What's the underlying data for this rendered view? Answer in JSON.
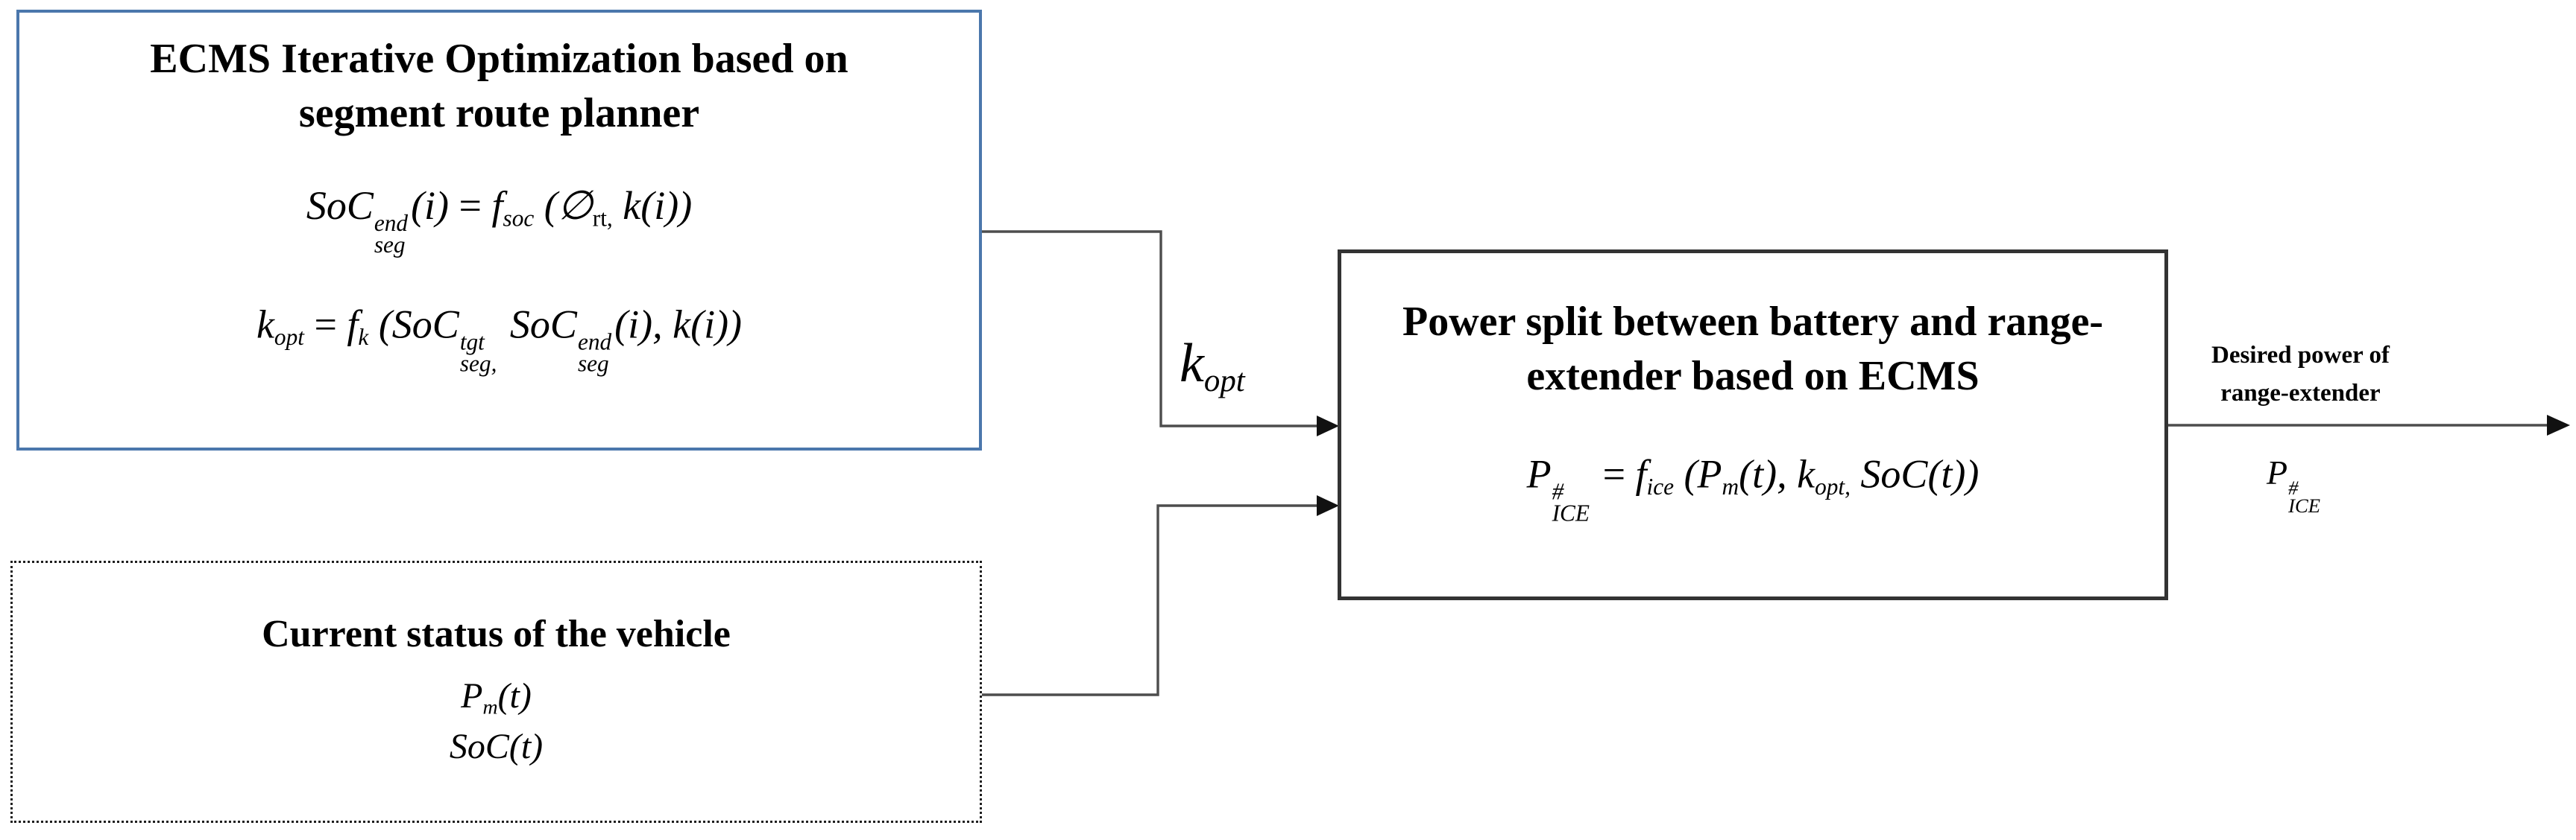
{
  "colors": {
    "ecms_border": "#4b77ac",
    "power_border": "#333333",
    "status_border": "#1f1f1f",
    "wire": "#4d4d4d",
    "arrow": "#111111",
    "text": "#000000"
  },
  "ecms_box": {
    "title_line1": "ECMS Iterative Optimization based on",
    "title_line2": "segment route planner",
    "eq_soc_end": [
      {
        "k": "i",
        "v": "SoC"
      },
      {
        "k": "ss",
        "sup": "end",
        "sub": "seg"
      },
      {
        "k": "i",
        "v": "(i)"
      },
      {
        "k": "r",
        "v": " = "
      },
      {
        "k": "i",
        "v": "f"
      },
      {
        "k": "sub",
        "v": "soc"
      },
      {
        "k": "i",
        "v": " (∅"
      },
      {
        "k": "rsub",
        "v": "rt,"
      },
      {
        "k": "i",
        "v": " k(i))"
      }
    ],
    "eq_k_opt": [
      {
        "k": "i",
        "v": "k"
      },
      {
        "k": "sub",
        "v": "opt"
      },
      {
        "k": "r",
        "v": " = "
      },
      {
        "k": "i",
        "v": "f"
      },
      {
        "k": "sub",
        "v": "k"
      },
      {
        "k": "i",
        "v": " (SoC"
      },
      {
        "k": "ss",
        "sup": "tgt",
        "sub": "seg,"
      },
      {
        "k": "i",
        "v": " SoC"
      },
      {
        "k": "ss",
        "sup": "end",
        "sub": "seg"
      },
      {
        "k": "i",
        "v": "(i), k(i))"
      }
    ]
  },
  "status_box": {
    "title": "Current status of the vehicle",
    "eq_pm": [
      {
        "k": "i",
        "v": "P"
      },
      {
        "k": "sub",
        "v": "m"
      },
      {
        "k": "i",
        "v": "(t)"
      }
    ],
    "eq_soc": [
      {
        "k": "i",
        "v": "SoC(t)"
      }
    ]
  },
  "power_box": {
    "title_line1": "Power split between battery and range-",
    "title_line2": "extender based on ECMS",
    "eq_pice": [
      {
        "k": "i",
        "v": "P"
      },
      {
        "k": "ss",
        "sup": "#",
        "sub": "ICE"
      },
      {
        "k": "r",
        "v": " = "
      },
      {
        "k": "i",
        "v": "f"
      },
      {
        "k": "sub",
        "v": "ice"
      },
      {
        "k": "i",
        "v": " (P"
      },
      {
        "k": "sub",
        "v": "m"
      },
      {
        "k": "i",
        "v": "(t), k"
      },
      {
        "k": "sub",
        "v": "opt,"
      },
      {
        "k": "i",
        "v": " SoC(t))"
      }
    ]
  },
  "kopt_label": {
    "eq": [
      {
        "k": "i",
        "v": "k"
      },
      {
        "k": "sub",
        "v": "opt"
      }
    ]
  },
  "output": {
    "label_line1": "Desired power of",
    "label_line2": "range-extender",
    "eq": [
      {
        "k": "i",
        "v": "P"
      },
      {
        "k": "ss",
        "sup": "#",
        "sub": "ICE"
      }
    ]
  }
}
